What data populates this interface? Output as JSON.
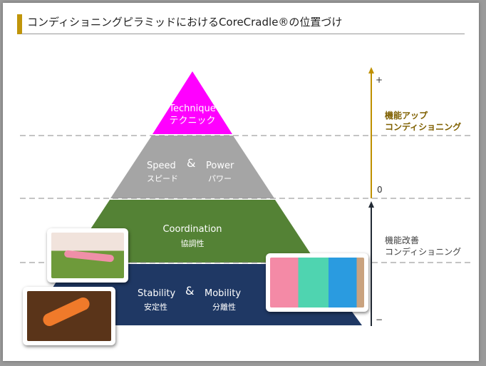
{
  "title": "コンディショニングピラミッドにおけるCoreCradle®の位置づけ",
  "pyramid": {
    "technique": {
      "en": "Technique",
      "jp": "テクニック",
      "color": "#ff00ff"
    },
    "speed_power": {
      "en1": "Speed",
      "amp": "&",
      "en2": "Power",
      "jp1": "スピード",
      "jp2": "パワー",
      "color": "#a5a5a5"
    },
    "coordination": {
      "en": "Coordination",
      "jp": "協調性",
      "color": "#548235"
    },
    "stability_mobility": {
      "en1": "Stability",
      "amp": "&",
      "en2": "Mobility",
      "jp1": "安定性",
      "jp2": "分離性",
      "color": "#1f3864"
    }
  },
  "axis": {
    "plus": "+",
    "zero": "0",
    "minus": "−"
  },
  "side": {
    "up": {
      "line1": "機能アップ",
      "line2": "コンディショニング",
      "color": "#7f6000"
    },
    "improve": {
      "line1": "機能改善",
      "line2": "コンディショニング",
      "color": "#404040"
    }
  }
}
